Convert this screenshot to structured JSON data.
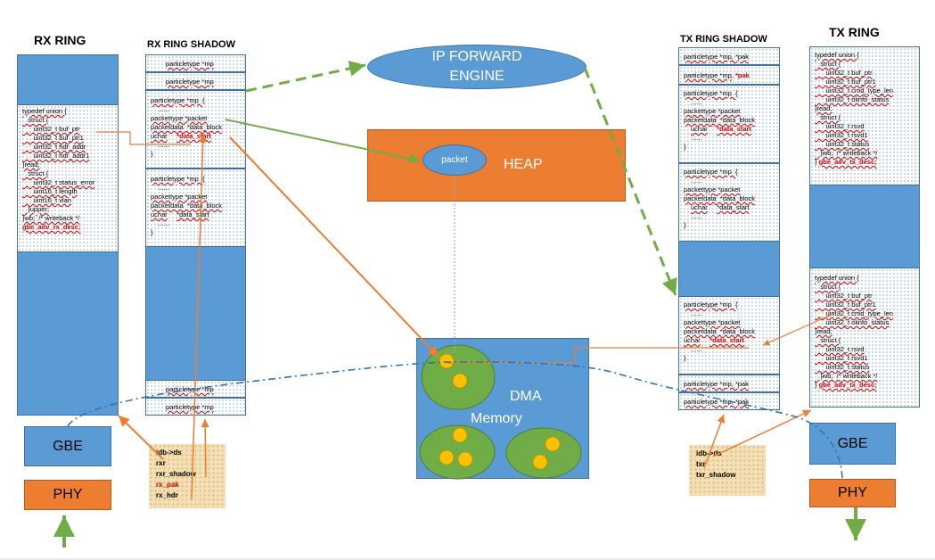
{
  "titles": {
    "rx_ring": "RX RING",
    "rx_shadow": "RX RING SHADOW",
    "tx_shadow": "TX RING SHADOW",
    "tx_ring": "TX RING"
  },
  "ip_engine": {
    "line1": "IP FORWARD",
    "line2": "ENGINE"
  },
  "heap": {
    "label": "HEAP",
    "packet": "packet"
  },
  "dma": {
    "line1": "DMA",
    "line2": "Memory"
  },
  "gbe": "GBE",
  "phy": "PHY",
  "rx_desc": [
    "typedef union {",
    "   struct {",
    "      uint32_t buf_ptr",
    "      uint32_t buf_ptr1",
    "      uint32_t hdr_addr",
    "      uint32_t hdr_addr1",
    "}read;",
    "   struct {",
    "      uint32_t status_error",
    "      uint16_t length",
    "      uint16_t vlan",
    "   }upper;",
    "}wb;  /* writeback */"
  ],
  "rx_desc_name": "gbe_adv_rx_desc;",
  "tx_desc": [
    "typedef union {",
    "   struct {",
    "      uint32_t buf_ptr",
    "      uint32_t buf_ptr1",
    "      uint32_t cmd_type_len",
    "      uint32_t olinfo_status",
    "}read;",
    "   struct {",
    "      uint32_t rsvd",
    "      uint32_t rsvd1",
    "      uint32_t status",
    "   }wb;  /* writeback */"
  ],
  "tx_desc_name": "gbe_adv_tx_desc;",
  "shadow": {
    "mp": "particletype *mp",
    "mp_pak": "particletype *mp, *pak",
    "mp_open": "particletype *mp  {",
    "dots": "......",
    "packet": "packettype *packet",
    "block": "packetdata  *data_block",
    "uchar": "uchar",
    "data_start": "*data_start",
    "close": "}"
  },
  "rx_idb": [
    "idb->ds",
    "rxr",
    "rxr_shadow",
    "rx_pak",
    "rx_hdr"
  ],
  "tx_idb": [
    "idb->ds",
    "txr",
    "txr_shadow"
  ]
}
